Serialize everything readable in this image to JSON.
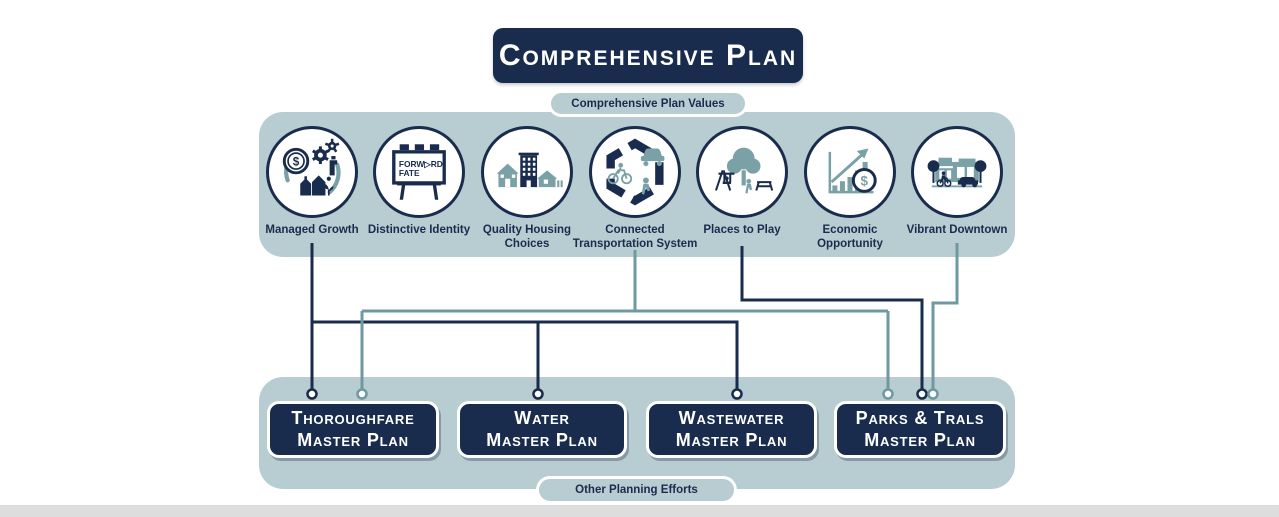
{
  "title": "Comprehensive Plan",
  "values_panel": {
    "label": "Comprehensive Plan Values",
    "items": [
      {
        "name": "managed-growth",
        "line1": "Managed Growth",
        "line2": ""
      },
      {
        "name": "distinctive-identity",
        "line1": "Distinctive Identity",
        "line2": "",
        "billboard_line1": "FORW▷RD",
        "billboard_line2": "FATE"
      },
      {
        "name": "quality-housing-choices",
        "line1": "Quality Housing",
        "line2": "Choices"
      },
      {
        "name": "connected-transportation-system",
        "line1": "Connected",
        "line2": "Transportation System"
      },
      {
        "name": "places-to-play",
        "line1": "Places to Play",
        "line2": ""
      },
      {
        "name": "economic-opportunity",
        "line1": "Economic",
        "line2": "Opportunity"
      },
      {
        "name": "vibrant-downtown",
        "line1": "Vibrant Downtown",
        "line2": ""
      }
    ]
  },
  "plans_panel": {
    "label": "Other Planning Efforts",
    "boxes": [
      {
        "name": "thoroughfare-master-plan",
        "line1": "Thoroughfare",
        "line2": "Master Plan"
      },
      {
        "name": "water-master-plan",
        "line1": "Water",
        "line2": "Master Plan"
      },
      {
        "name": "wastewater-master-plan",
        "line1": "Wastewater",
        "line2": "Master Plan"
      },
      {
        "name": "parks-trals-master-plan",
        "line1": "Parks & Trals",
        "line2": "Master Plan"
      }
    ]
  },
  "connections": [
    {
      "from": "Managed Growth",
      "to": "Thoroughfare Master Plan",
      "color": "navy"
    },
    {
      "from": "Managed Growth",
      "to": "Water Master Plan",
      "color": "navy"
    },
    {
      "from": "Managed Growth",
      "to": "Wastewater Master Plan",
      "color": "navy"
    },
    {
      "from": "Connected Transportation System",
      "to": "Thoroughfare Master Plan",
      "color": "teal"
    },
    {
      "from": "Connected Transportation System",
      "to": "Parks & Trals Master Plan",
      "color": "teal"
    },
    {
      "from": "Places to Play",
      "to": "Parks & Trals Master Plan",
      "color": "navy"
    },
    {
      "from": "Vibrant Downtown",
      "to": "Parks & Trals Master Plan",
      "color": "teal"
    }
  ],
  "glyphs": {
    "dollar": "$"
  },
  "colors": {
    "navy": "#1a2c4e",
    "teal": "#6f99a0",
    "icon_teal": "#7aa2a6",
    "panel": "#b7cdd1",
    "strip": "#dddddd",
    "white": "#ffffff"
  }
}
